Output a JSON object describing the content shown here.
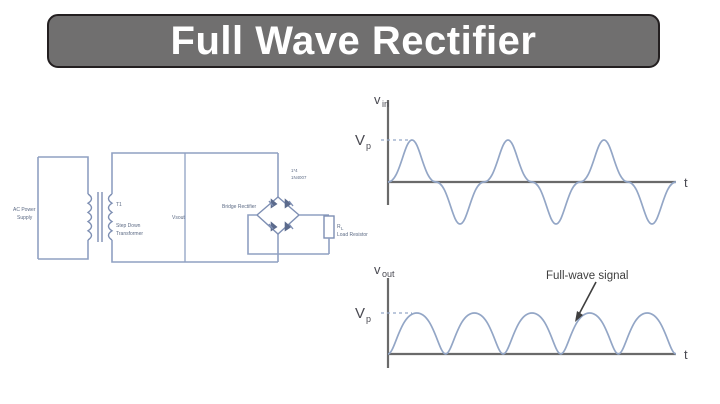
{
  "title": {
    "text": "Full Wave Rectifier",
    "banner_color": "#706f6f",
    "border_color": "#231f20",
    "text_color": "#ffffff"
  },
  "circuit": {
    "labels": {
      "ac_source_line1": "AC Power",
      "ac_source_line2": "Supply",
      "transformer_ref": "T1",
      "transformer_line1": "Step Down",
      "transformer_line2": "Transformer",
      "secondary_output": "Vsout",
      "bridge": "Bridge Rectifier",
      "diode_count": "1*4",
      "diode_part": "1N4007",
      "load_symbol": "R",
      "load_symbol_sub": "L",
      "load_name": "Load Resistor"
    },
    "wire_color": "#8fa0c2",
    "component_color": "#7e8fb3"
  },
  "graphs": [
    {
      "id": "input-waveform",
      "y_axis_label": "v",
      "y_axis_sub": "in",
      "peak_label": "V",
      "peak_sub": "p",
      "x_axis_label": "t",
      "annotation": null
    },
    {
      "id": "output-waveform",
      "y_axis_label": "v",
      "y_axis_sub": "out",
      "peak_label": "V",
      "peak_sub": "p",
      "x_axis_label": "t",
      "annotation": "Full-wave signal"
    }
  ],
  "chart_data": {
    "type": "line",
    "title": "Full Wave Rectifier",
    "charts": [
      {
        "name": "input-waveform",
        "ylabel": "v_in",
        "xlabel": "t",
        "ytick_labels": [
          "V_p"
        ],
        "waveform": "sine",
        "cycles": 3,
        "amplitude": 1.0,
        "description": "Bipolar AC sine wave input, three full cycles, peak amplitude V_p"
      },
      {
        "name": "output-waveform",
        "ylabel": "v_out",
        "xlabel": "t",
        "ytick_labels": [
          "V_p"
        ],
        "waveform": "rectified-sine",
        "humps": 5,
        "amplitude": 1.0,
        "annotation": "Full-wave signal",
        "description": "Full-wave rectified output, five positive half-sine humps, peak amplitude V_p"
      }
    ]
  }
}
